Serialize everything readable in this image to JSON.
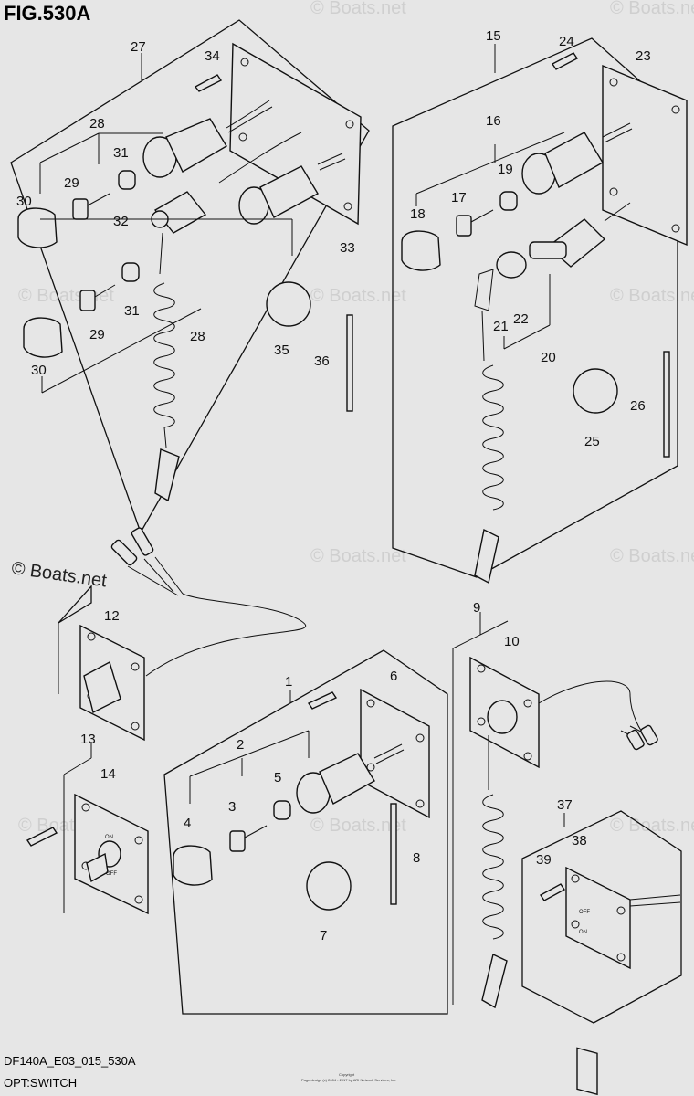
{
  "figure": {
    "title": "FIG.530A"
  },
  "watermarks": {
    "faint": "© Boats.net",
    "main": "© Boats.net"
  },
  "callouts": [
    "27",
    "34",
    "28",
    "31",
    "29",
    "30",
    "32",
    "33",
    "31",
    "29",
    "28",
    "35",
    "36",
    "30",
    "15",
    "24",
    "23",
    "16",
    "19",
    "17",
    "18",
    "21",
    "22",
    "20",
    "26",
    "25",
    "12",
    "13",
    "14",
    "1",
    "6",
    "2",
    "5",
    "3",
    "4",
    "8",
    "7",
    "9",
    "10",
    "37",
    "38",
    "39"
  ],
  "diagram": {
    "switch_marks": {
      "on": "ON",
      "off": "OFF"
    }
  },
  "footer": {
    "code": "DF140A_E03_015_530A",
    "caption": "OPT:SWITCH",
    "copyright_1": "Copyright",
    "copyright_2": "Page design (c) 2004 - 2017 by ARI Network Services, Inc."
  },
  "colors": {
    "background": "#e6e6e6",
    "line": "#111111"
  }
}
